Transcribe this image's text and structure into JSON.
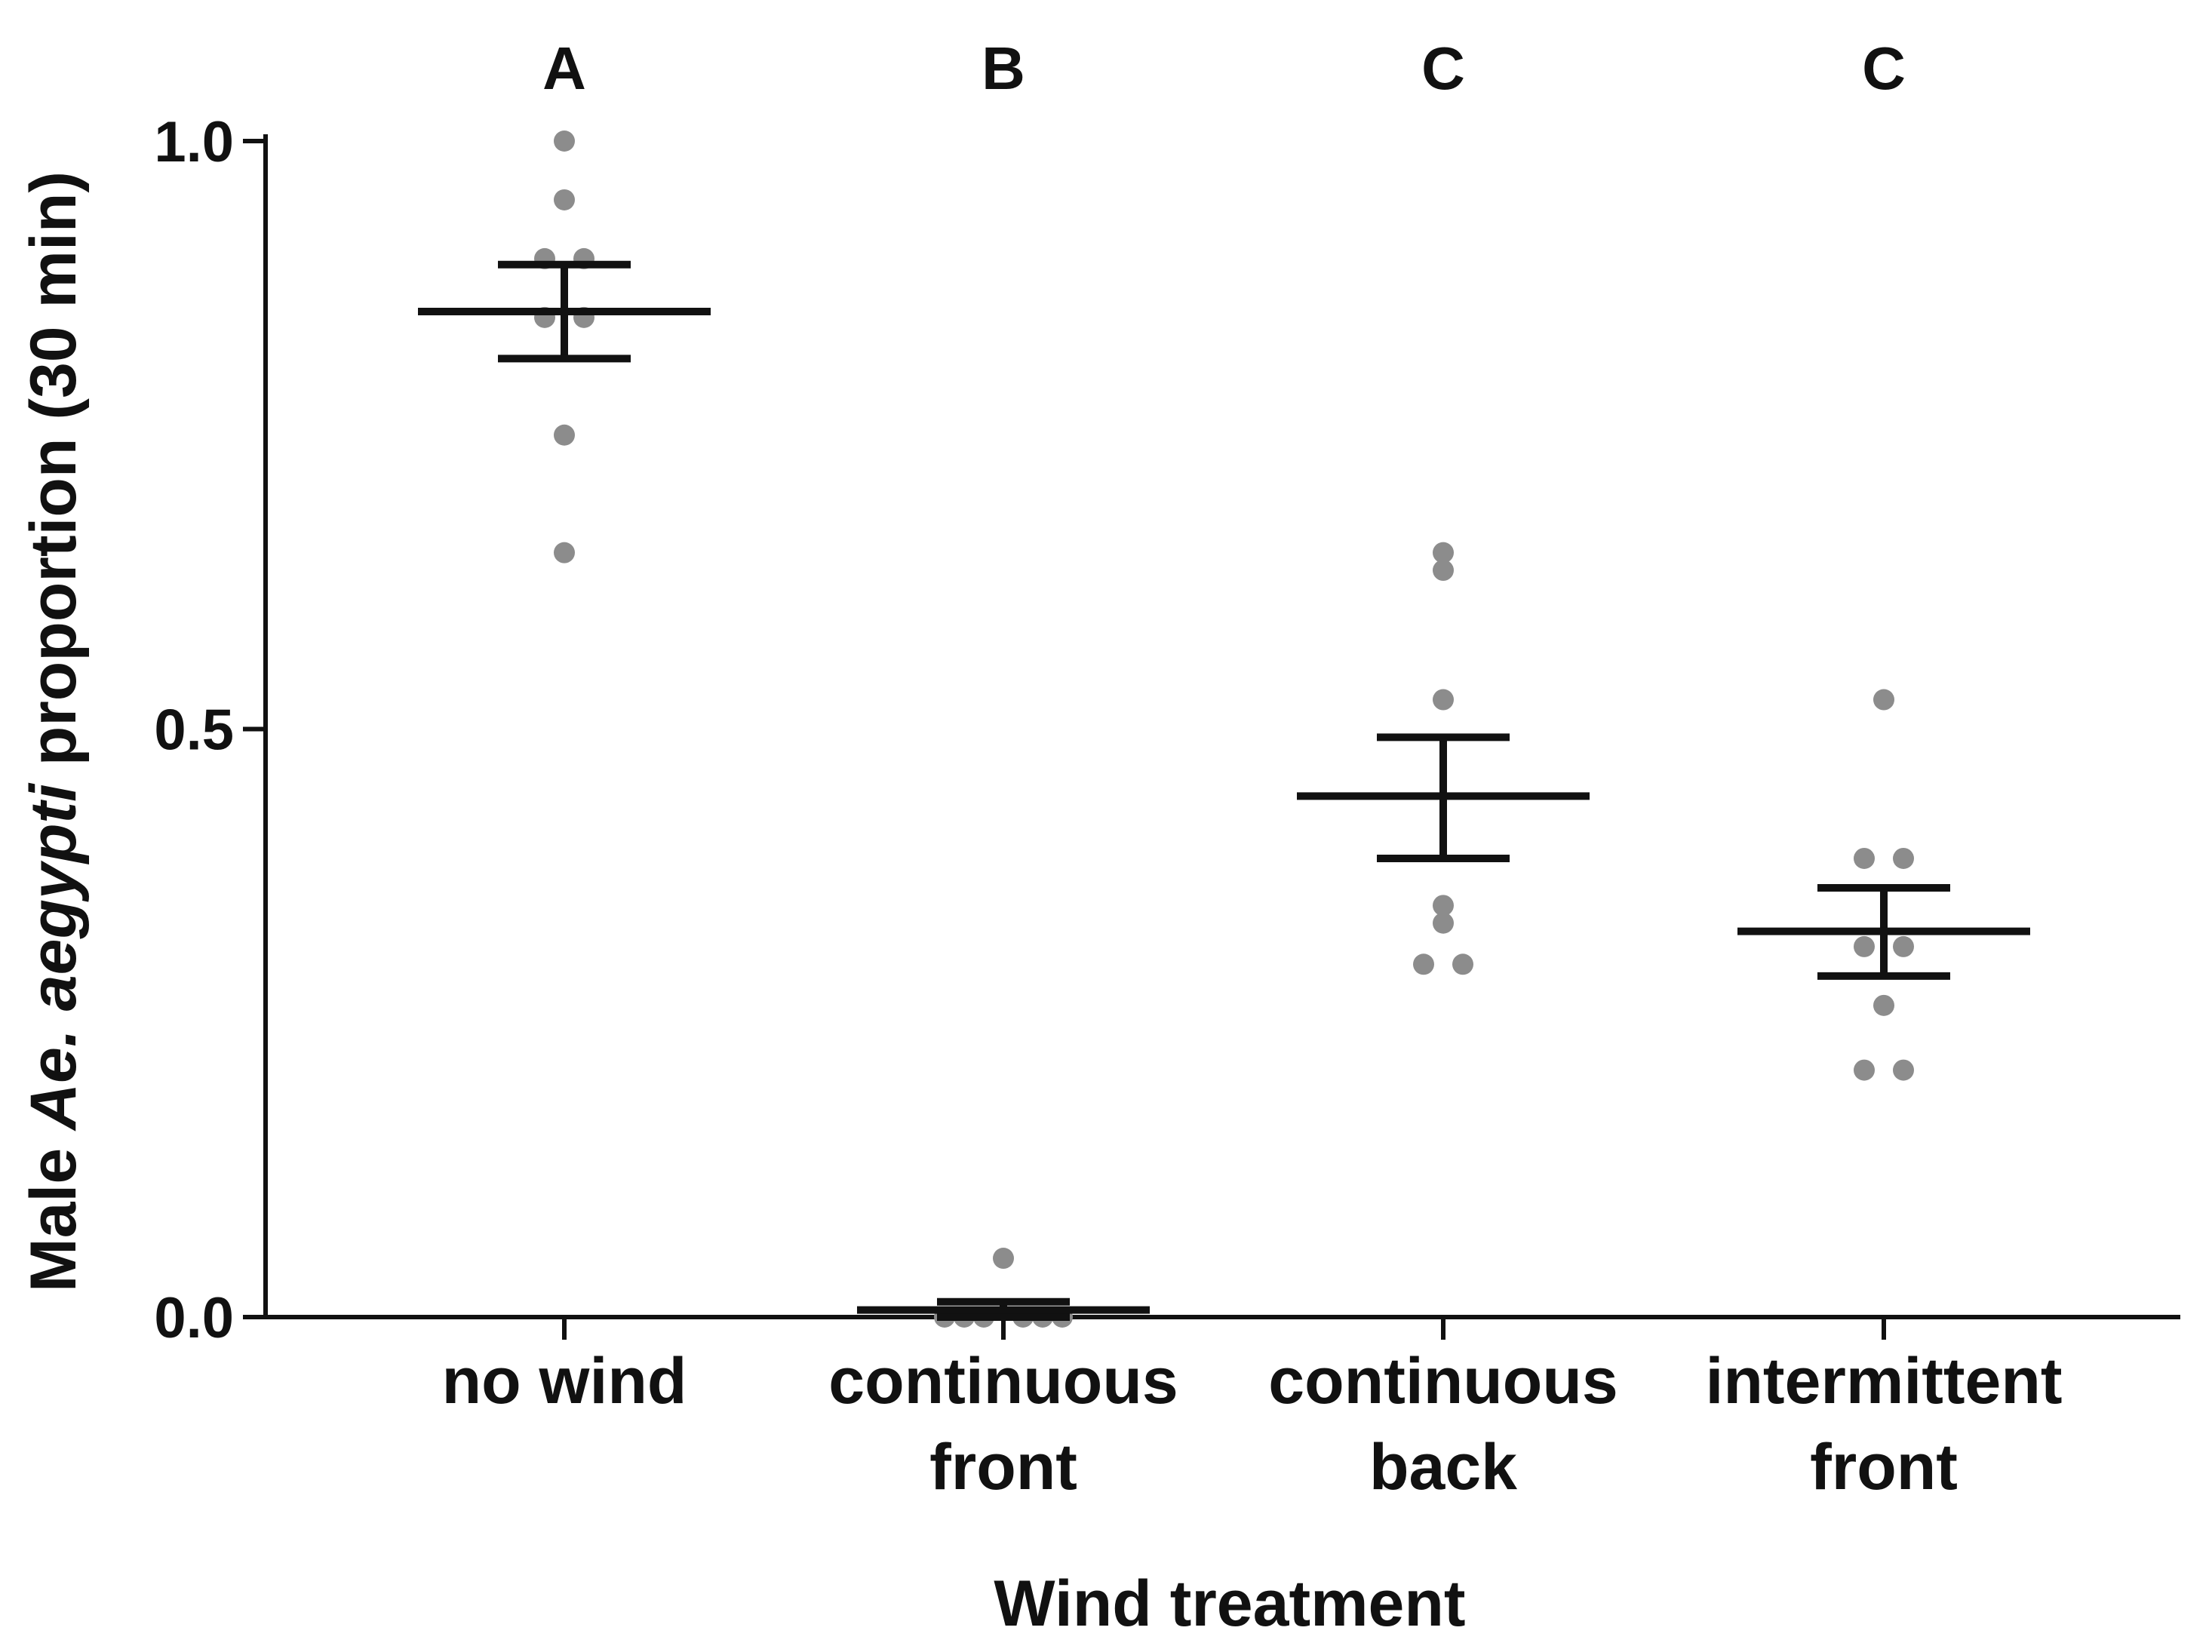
{
  "chart_data": {
    "type": "scatter",
    "xlabel": "Wind treatment",
    "ylabel": {
      "prefix": "Male ",
      "genus": "Ae.",
      "species": "aegypti",
      "suffix": " proportion (30 min)"
    },
    "ylim": [
      0,
      1.0
    ],
    "yticks": [
      "0.0",
      "0.5",
      "1.0"
    ],
    "grid": false,
    "categories": [
      {
        "lines": [
          "no wind"
        ],
        "letter": "A"
      },
      {
        "lines": [
          "continuous",
          "front"
        ],
        "letter": "B"
      },
      {
        "lines": [
          "continuous",
          "back"
        ],
        "letter": "C"
      },
      {
        "lines": [
          "intermittent",
          "front"
        ],
        "letter": "C"
      }
    ],
    "series": [
      {
        "points": [
          {
            "dx": 0,
            "y": 1.0
          },
          {
            "dx": 0,
            "y": 0.95
          },
          {
            "dx": -1,
            "y": 0.9
          },
          {
            "dx": 1,
            "y": 0.9
          },
          {
            "dx": -1,
            "y": 0.85
          },
          {
            "dx": 1,
            "y": 0.85
          },
          {
            "dx": 0,
            "y": 0.75
          },
          {
            "dx": 0,
            "y": 0.65
          }
        ],
        "mean": 0.855,
        "sem_low": 0.815,
        "sem_high": 0.895
      },
      {
        "points": [
          {
            "dx": 0,
            "y": 0.05
          },
          {
            "dx": -3,
            "y": 0.0
          },
          {
            "dx": -2,
            "y": 0.0
          },
          {
            "dx": -1,
            "y": 0.0
          },
          {
            "dx": 1,
            "y": 0.0
          },
          {
            "dx": 2,
            "y": 0.0
          },
          {
            "dx": 3,
            "y": 0.0
          }
        ],
        "mean": 0.006,
        "sem_low": 0.0,
        "sem_high": 0.013
      },
      {
        "points": [
          {
            "dx": 0,
            "y": 0.65
          },
          {
            "dx": 0,
            "y": 0.635
          },
          {
            "dx": 0,
            "y": 0.525
          },
          {
            "dx": 0,
            "y": 0.35
          },
          {
            "dx": 0,
            "y": 0.335
          },
          {
            "dx": -1,
            "y": 0.3
          },
          {
            "dx": 1,
            "y": 0.3
          }
        ],
        "mean": 0.443,
        "sem_low": 0.39,
        "sem_high": 0.493
      },
      {
        "points": [
          {
            "dx": 0,
            "y": 0.525
          },
          {
            "dx": -1,
            "y": 0.39
          },
          {
            "dx": 1,
            "y": 0.39
          },
          {
            "dx": -1,
            "y": 0.315
          },
          {
            "dx": 1,
            "y": 0.315
          },
          {
            "dx": 0,
            "y": 0.265
          },
          {
            "dx": -1,
            "y": 0.21
          },
          {
            "dx": 1,
            "y": 0.21
          }
        ],
        "mean": 0.328,
        "sem_low": 0.29,
        "sem_high": 0.365
      }
    ]
  },
  "colors": {
    "points": "#8c8c8c",
    "bars": "#111111",
    "axis": "#111111"
  }
}
